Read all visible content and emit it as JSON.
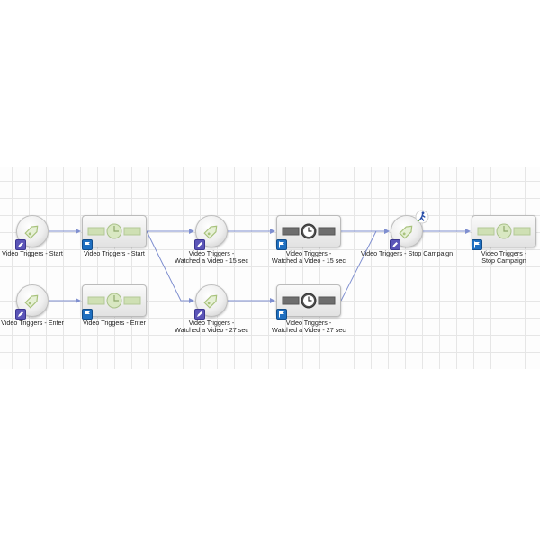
{
  "diagram": {
    "nodes": [
      {
        "id": "n1",
        "shape": "circle",
        "kind": "trigger",
        "lines": [
          "Video Triggers - Start"
        ]
      },
      {
        "id": "n2",
        "shape": "rect",
        "kind": "flow",
        "lines": [
          "Video Triggers - Start"
        ]
      },
      {
        "id": "n3",
        "shape": "circle",
        "kind": "trigger",
        "lines": [
          "Video Triggers -",
          "Watched a Video - 15 sec"
        ]
      },
      {
        "id": "n4",
        "shape": "rect",
        "kind": "wait",
        "lines": [
          "Video Triggers -",
          "Watched a Video - 15 sec"
        ]
      },
      {
        "id": "n5",
        "shape": "circle",
        "kind": "trigger",
        "lines": [
          "Video Triggers - Stop Campaign"
        ],
        "extra_icon": "walking-person-icon"
      },
      {
        "id": "n6",
        "shape": "rect",
        "kind": "flow",
        "lines": [
          "Video Triggers -",
          "Stop Campaign"
        ]
      },
      {
        "id": "n7",
        "shape": "circle",
        "kind": "trigger",
        "lines": [
          "Video Triggers - Enter"
        ]
      },
      {
        "id": "n8",
        "shape": "rect",
        "kind": "flow",
        "lines": [
          "Video Triggers - Enter"
        ]
      },
      {
        "id": "n9",
        "shape": "circle",
        "kind": "trigger",
        "lines": [
          "Video Triggers -",
          "Watched a Video - 27 sec"
        ]
      },
      {
        "id": "n10",
        "shape": "rect",
        "kind": "wait",
        "lines": [
          "Video Triggers -",
          "Watched a Video - 27 sec"
        ]
      }
    ],
    "edges": [
      {
        "from": "n1",
        "to": "n2"
      },
      {
        "from": "n2",
        "to": "n3"
      },
      {
        "from": "n2",
        "to": "n9"
      },
      {
        "from": "n3",
        "to": "n4"
      },
      {
        "from": "n4",
        "to": "n5"
      },
      {
        "from": "n5",
        "to": "n6"
      },
      {
        "from": "n7",
        "to": "n8"
      },
      {
        "from": "n9",
        "to": "n10"
      },
      {
        "from": "n10",
        "to": "n5"
      }
    ],
    "colors": {
      "edge": "#7f8fd0",
      "flow_accent": "#cfe0b4",
      "wait_accent": "#6e6e6e",
      "trigger_badge": "#5b55b8",
      "flow_badge": "#1f6fc0"
    },
    "icons": {
      "trigger": "tag-icon",
      "flow": "flow-bars-icon",
      "wait": "clock-icon",
      "trigger_badge": "pencil-badge-icon",
      "flow_badge": "flag-badge-icon"
    }
  }
}
